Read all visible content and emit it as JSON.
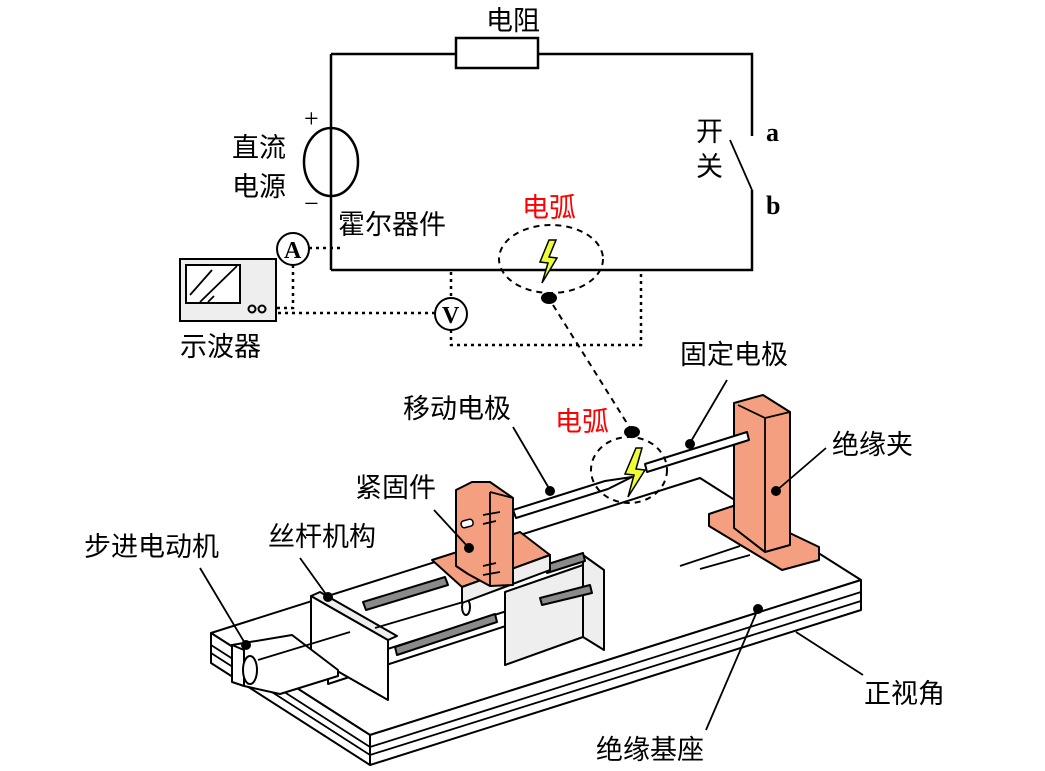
{
  "title": "Hall-sensor arc test apparatus diagram",
  "circuit": {
    "resistor_label": "电阻",
    "source_label_line1": "直流",
    "source_label_line2": "电源",
    "plus_sign": "+",
    "minus_sign": "−",
    "switch_label_line1": "开",
    "switch_label_line2": "关",
    "switch_terminal_a": "a",
    "switch_terminal_b": "b",
    "hall_label": "霍尔器件",
    "arc_label": "电弧",
    "ammeter_symbol": "A",
    "voltmeter_symbol": "V",
    "oscilloscope_label": "示波器"
  },
  "apparatus": {
    "labels": {
      "fixed_electrode": "固定电极",
      "moving_electrode": "移动电极",
      "arc": "电弧",
      "insulating_clamp": "绝缘夹",
      "fastener": "紧固件",
      "lead_screw": "丝杆机构",
      "stepper_motor": "步进电动机",
      "front_view_angle": "正视角",
      "insulating_base": "绝缘基座"
    }
  },
  "colors": {
    "clamp_fill": "#f4a080",
    "arc_text": "#ff0000",
    "spark_fill": "#eeff33",
    "rod_fill": "#8a8a8a",
    "panel_fill": "#eeeeee"
  }
}
